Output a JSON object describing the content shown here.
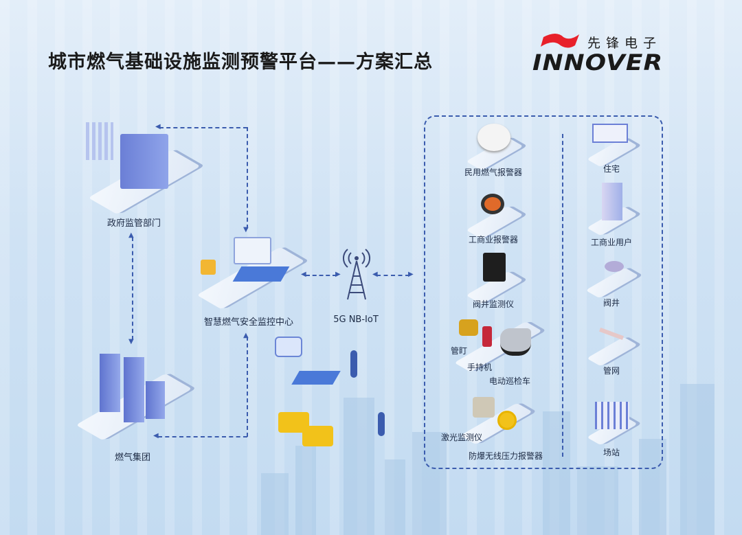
{
  "title": "城市燃气基础设施监测预警平台——方案汇总",
  "logo": {
    "cn": "先锋电子",
    "en": "INNOVER",
    "brand_color": "#e8202a"
  },
  "left": {
    "government": "政府监管部门",
    "center": "智慧燃气安全监控中心",
    "network": "5G NB-IoT",
    "gas_group": "燃气集团"
  },
  "devices": [
    "民用燃气报警器",
    "工商业报警器",
    "阀井监测仪",
    "管盯",
    "手持机",
    "电动巡检车",
    "激光监测仪",
    "防爆无线压力报警器"
  ],
  "scenes": [
    "住宅",
    "工商业用户",
    "阀井",
    "管网",
    "场站"
  ],
  "colors": {
    "line": "#3b5cae",
    "accent": "#3f6fd8"
  }
}
